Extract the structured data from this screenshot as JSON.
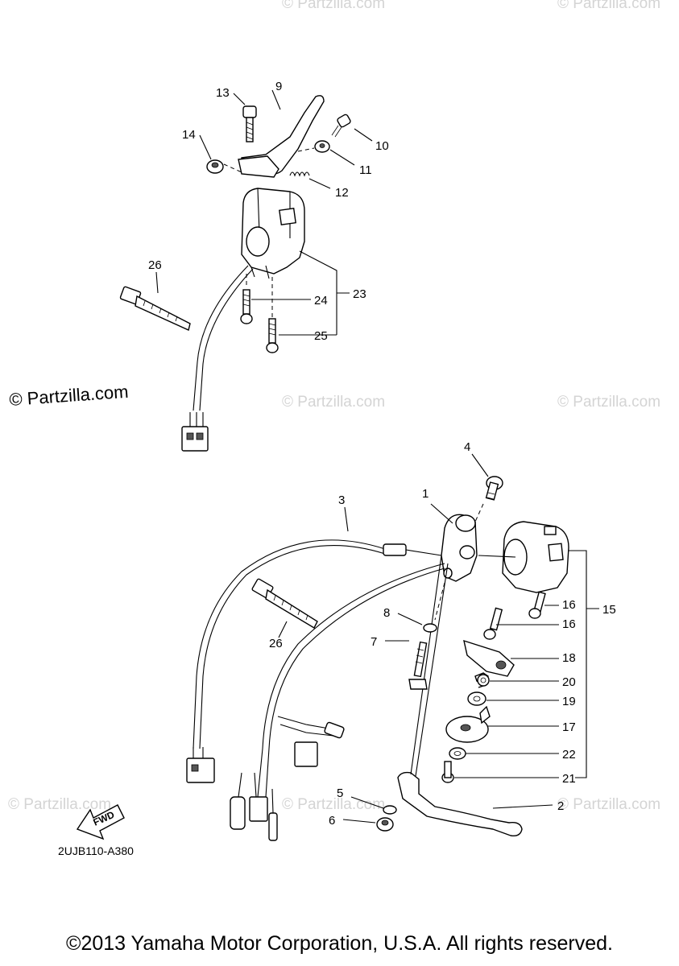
{
  "watermarks": {
    "main": "© Partzilla.com",
    "faint": "© Partzilla.com"
  },
  "diagram_code": "2UJB110-A380",
  "fwd_label": "FWD",
  "copyright": "©2013 Yamaha Motor Corporation, U.S.A. All rights reserved.",
  "callouts": {
    "c1": "1",
    "c2": "2",
    "c3": "3",
    "c4": "4",
    "c5": "5",
    "c6": "6",
    "c7": "7",
    "c8": "8",
    "c9": "9",
    "c10": "10",
    "c11": "11",
    "c12": "12",
    "c13": "13",
    "c14": "14",
    "c15": "15",
    "c16a": "16",
    "c16b": "16",
    "c17": "17",
    "c18": "18",
    "c19": "19",
    "c20": "20",
    "c21": "21",
    "c22": "22",
    "c23": "23",
    "c24": "24",
    "c25": "25",
    "c26a": "26",
    "c26b": "26"
  }
}
